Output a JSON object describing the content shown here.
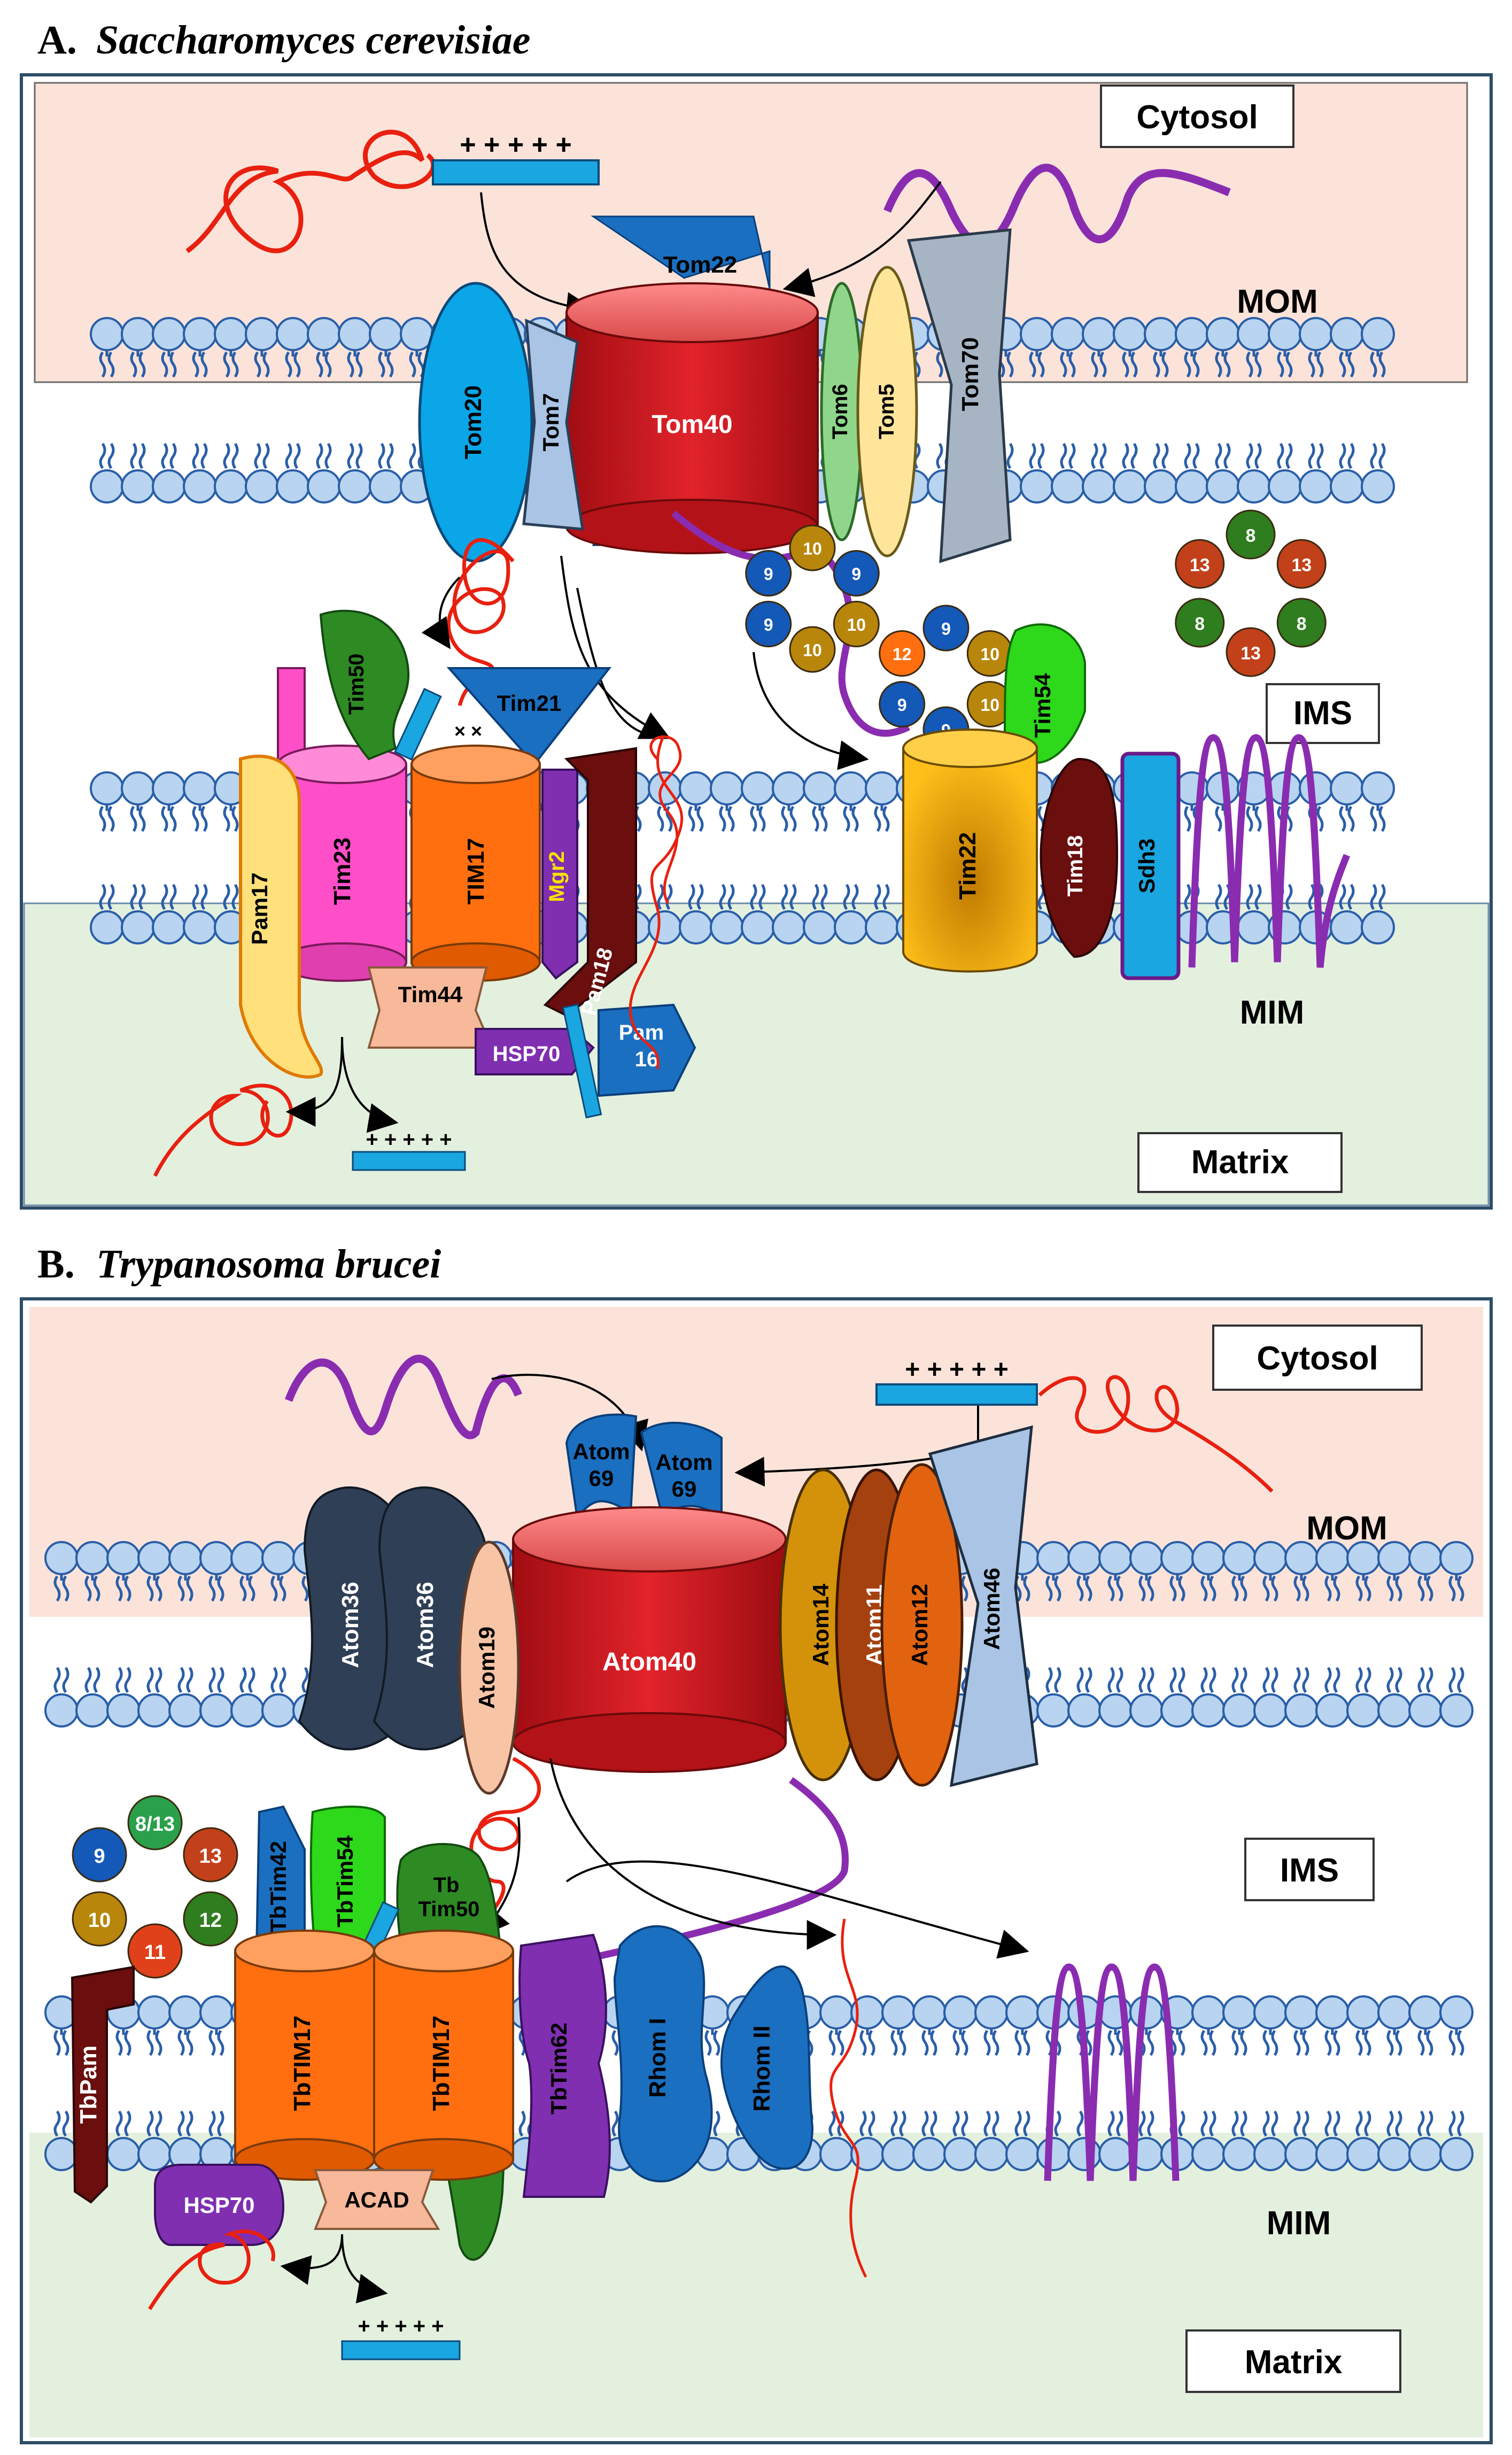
{
  "panel_a": {
    "letter": "A.",
    "organism": "Saccharomyces cerevisiae",
    "regions": {
      "cytosol": "Cytosol",
      "mom": "MOM",
      "ims": "IMS",
      "mim": "MIM",
      "matrix": "Matrix"
    },
    "presequence_charge": "+ + + + +",
    "matrix_charge": "+ + + + +",
    "proteins": {
      "tom22": "Tom22",
      "tom20": "Tom20",
      "tom7": "Tom7",
      "tom40": "Tom40",
      "tom6": "Tom6",
      "tom5": "Tom5",
      "tom70": "Tom70",
      "tim50": "Tim50",
      "tim21": "Tim21",
      "tim23": "Tim23",
      "tim17": "TIM17",
      "mgr2": "Mgr2",
      "pam17": "Pam17",
      "pam18": "Pam18",
      "tim44": "Tim44",
      "hsp70": "HSP70",
      "pam16_line1": "Pam",
      "pam16_line2": "16",
      "tim22": "Tim22",
      "tim18": "Tim18",
      "sdh3": "Sdh3",
      "tim54": "Tim54"
    },
    "chaperone_ring_mom": [
      "10",
      "9",
      "10",
      "10",
      "9",
      "9"
    ],
    "chaperone_ring_tim22": [
      "9",
      "10",
      "10",
      "9",
      "9",
      "12"
    ],
    "chaperone_ring_free": [
      "8",
      "13",
      "8",
      "13",
      "8",
      "13"
    ],
    "signal_crosses": "× ×"
  },
  "panel_b": {
    "letter": "B.",
    "organism": "Trypanosoma brucei",
    "regions": {
      "cytosol": "Cytosol",
      "mom": "MOM",
      "ims": "IMS",
      "mim": "MIM",
      "matrix": "Matrix"
    },
    "presequence_charge": "+ + + + +",
    "matrix_charge": "+ + + + +",
    "proteins": {
      "atom69_a_1": "Atom",
      "atom69_a_2": "69",
      "atom69_b_1": "Atom",
      "atom69_b_2": "69",
      "atom36_a": "Atom36",
      "atom36_b": "Atom36",
      "atom19": "Atom19",
      "atom40": "Atom40",
      "atom14": "Atom14",
      "atom11": "Atom11",
      "atom12": "Atom12",
      "atom46": "Atom46",
      "tbtim42": "TbTim42",
      "tbtim54": "TbTim54",
      "tbtim50_1": "Tb",
      "tbtim50_2": "Tim50",
      "tbtim17_a": "TbTIM17",
      "tbtim17_b": "TbTIM17",
      "tbtim62": "TbTim62",
      "rhom1": "Rhom I",
      "rhom2": "Rhom II",
      "tbpam": "TbPam",
      "hsp70": "HSP70",
      "acad": "ACAD"
    },
    "chaperone_ring": [
      "8/13",
      "13",
      "12",
      "11",
      "10",
      "9"
    ],
    "signal_cross": "×"
  },
  "colors": {
    "cytosol_bg": "#fbe3da",
    "matrix_bg": "#e3f0de",
    "lipid_head": "#b8d4f0",
    "lipid_stroke": "#2a5ea8",
    "presequence": "#e8200f",
    "hydrophobic_precursor": "#8a2cb0",
    "signal_bar": "#1aa6e0",
    "tom40": "#c8141a",
    "tim23": "#ff4fc8",
    "tim17": "#ff6f0f",
    "tim22": "#f5a800",
    "pam17": "#ffe07a",
    "tim44": "#f8b89a",
    "hsp70": "#7f2fb0",
    "tom20": "#0aa6e8",
    "atom36": "#2f3f55",
    "atom46": "#a9c4e4",
    "tim50": "#2e8b24",
    "tim54": "#2ed81a"
  }
}
